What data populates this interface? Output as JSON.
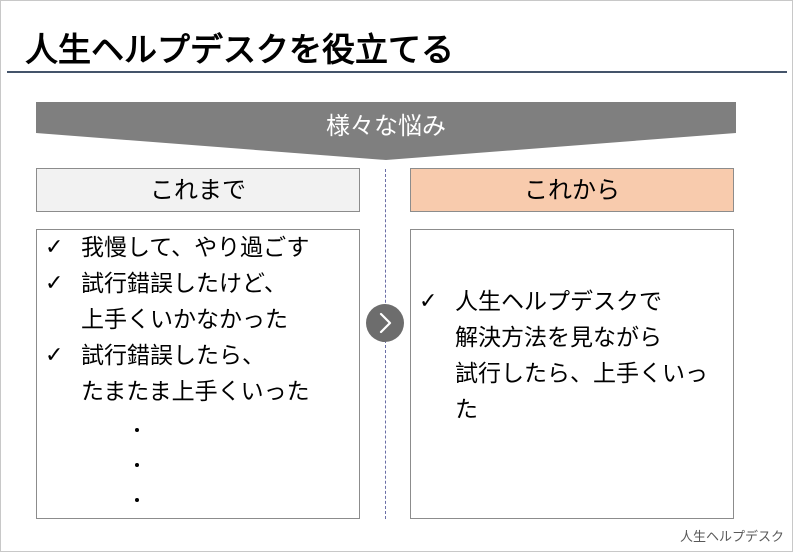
{
  "title": "人生ヘルプデスクを役立てる",
  "banner": "様々な悩み",
  "left": {
    "header": "これまで",
    "items": [
      {
        "lines": [
          "我慢して、やり過ごす"
        ]
      },
      {
        "lines": [
          "試行錯誤したけど、",
          "上手くいかなかった"
        ]
      },
      {
        "lines": [
          "試行錯誤したら、",
          "たまたま上手くいった"
        ]
      }
    ]
  },
  "right": {
    "header": "これから",
    "items": [
      {
        "lines": [
          "人生ヘルプデスクで",
          "解決方法を見ながら",
          "試行したら、上手くいっ",
          "た"
        ]
      }
    ]
  },
  "check_glyph": "✓",
  "footer": "人生ヘルプデスク",
  "colors": {
    "banner": "#7f7f7f",
    "left_header_bg": "#f2f2f2",
    "right_header_bg": "#f8cbad",
    "title_rule": "#44546a",
    "arrow": "#6d6d6d"
  },
  "icons": {
    "check": "check-icon",
    "arrow": "chevron-right-icon"
  }
}
